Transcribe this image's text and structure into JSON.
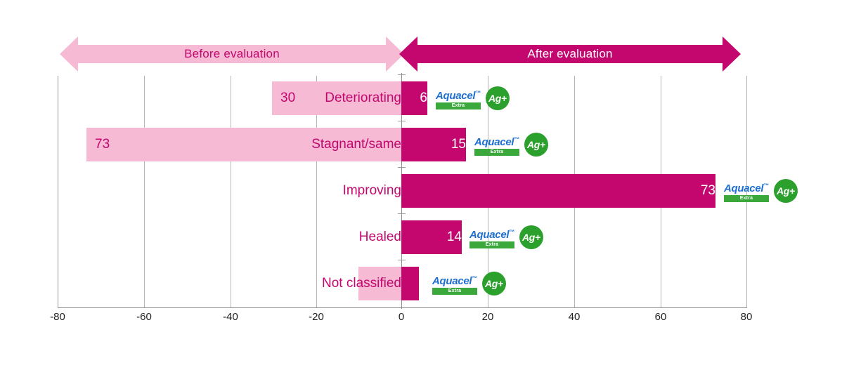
{
  "header": {
    "before_label": "Before evaluation",
    "after_label": "After evaluation",
    "before_color": "#f7bad5",
    "after_color": "#c3076f"
  },
  "logo": {
    "word": "Aquacel",
    "tm": "™",
    "extra": "Extra",
    "agplus": "Ag+",
    "word_color": "#1d6fd0",
    "extra_color": "#3aa83a",
    "agplus_color": "#2ca02c"
  },
  "chart_data": {
    "type": "bar",
    "orientation": "horizontal",
    "title": "",
    "xlabel": "",
    "ylabel": "",
    "xlim": [
      -80,
      80
    ],
    "xticks": [
      -80,
      -60,
      -40,
      -20,
      0,
      20,
      40,
      60,
      80
    ],
    "xticklabels": [
      "-80",
      "-60",
      "-40",
      "-20",
      "0",
      "20",
      "40",
      "60",
      "80"
    ],
    "grid": true,
    "legend_position": "top",
    "categories": [
      "Deteriorating",
      "Stagnant/same",
      "Improving",
      "Healed",
      "Not classified"
    ],
    "series": [
      {
        "name": "Before evaluation",
        "color": "#f7bad5",
        "values": [
          -30,
          -73,
          0,
          0,
          -10
        ],
        "labels": [
          "30",
          "73",
          "",
          "",
          ""
        ]
      },
      {
        "name": "After evaluation",
        "color": "#c3076f",
        "values": [
          6,
          15,
          73,
          14,
          4
        ],
        "labels": [
          "6",
          "15",
          "73",
          "14",
          ""
        ]
      }
    ]
  },
  "rows": [
    {
      "category": "Deteriorating",
      "before_value": -30,
      "before_label": "30",
      "after_value": 6,
      "after_label": "6",
      "label_inside_before": true
    },
    {
      "category": "Stagnant/same",
      "before_value": -73,
      "before_label": "73",
      "after_value": 15,
      "after_label": "15",
      "label_inside_before": true
    },
    {
      "category": "Improving",
      "before_value": 0,
      "before_label": "",
      "after_value": 73,
      "after_label": "73",
      "label_inside_before": false
    },
    {
      "category": "Healed",
      "before_value": 0,
      "before_label": "",
      "after_value": 14,
      "after_label": "14",
      "label_inside_before": false
    },
    {
      "category": "Not classified",
      "before_value": -10,
      "before_label": "",
      "after_value": 4,
      "after_label": "",
      "label_inside_before": false
    }
  ]
}
